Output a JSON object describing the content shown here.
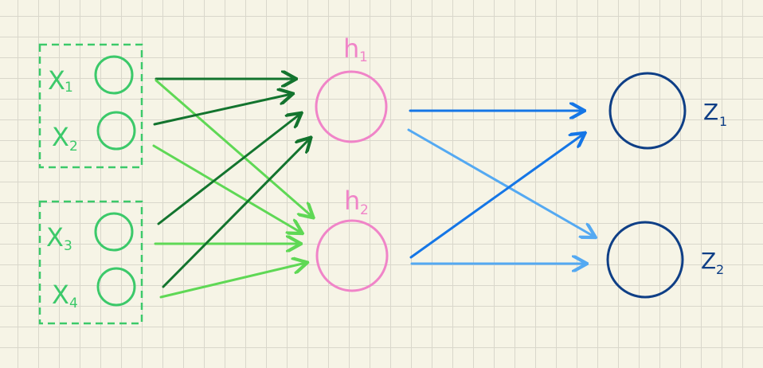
{
  "colors": {
    "input": "#3cc96a",
    "hidden": "#f084c8",
    "output": "#0f3f86",
    "edge_dark_green": "#13742e",
    "edge_light_green": "#5fd855",
    "edge_blue": "#1576e6",
    "edge_light_blue": "#54a9f2",
    "grid": "#d9d7cb",
    "background": "#f6f4e6"
  },
  "labels": {
    "x1_base": "X",
    "x1_sub": "1",
    "x2_base": "X",
    "x2_sub": "2",
    "x3_base": "X",
    "x3_sub": "3",
    "x4_base": "X",
    "x4_sub": "4",
    "h1_base": "h",
    "h1_sub": "1",
    "h2_base": "h",
    "h2_sub": "2",
    "z1_base": "Z",
    "z1_sub": "1",
    "z2_base": "Z",
    "z2_sub": "2"
  },
  "edges": [
    {
      "from": "x1",
      "to": "h1",
      "color": "edge_dark_green"
    },
    {
      "from": "x1",
      "to": "h2",
      "color": "edge_light_green"
    },
    {
      "from": "x2",
      "to": "h1",
      "color": "edge_dark_green"
    },
    {
      "from": "x2",
      "to": "h2",
      "color": "edge_light_green"
    },
    {
      "from": "x3",
      "to": "h1",
      "color": "edge_dark_green"
    },
    {
      "from": "x3",
      "to": "h2",
      "color": "edge_light_green"
    },
    {
      "from": "x4",
      "to": "h1",
      "color": "edge_dark_green"
    },
    {
      "from": "x4",
      "to": "h2",
      "color": "edge_light_green"
    },
    {
      "from": "h1",
      "to": "z1",
      "color": "edge_blue"
    },
    {
      "from": "h1",
      "to": "z2",
      "color": "edge_light_blue"
    },
    {
      "from": "h2",
      "to": "z1",
      "color": "edge_blue"
    },
    {
      "from": "h2",
      "to": "z2",
      "color": "edge_light_blue"
    }
  ]
}
